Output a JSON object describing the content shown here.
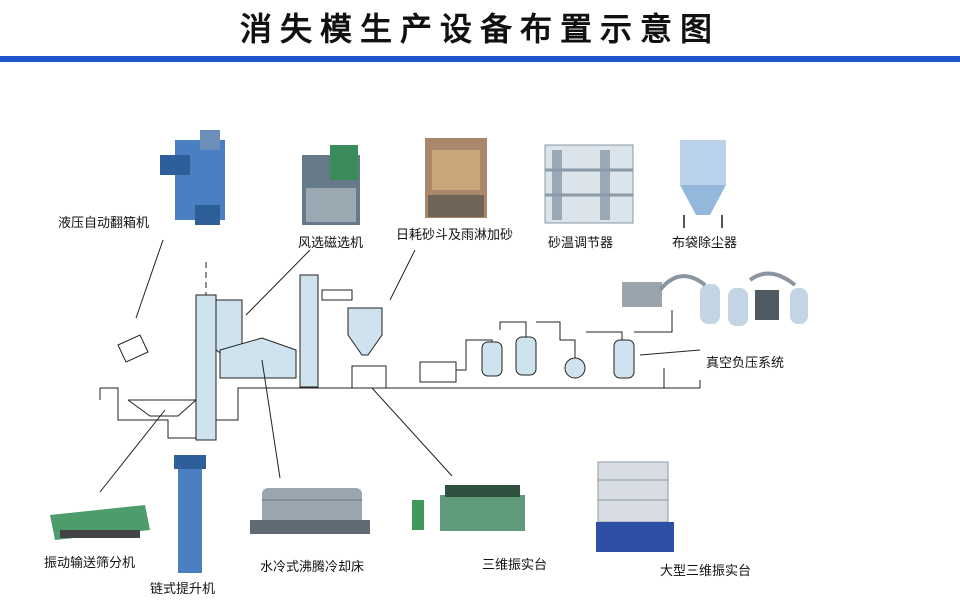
{
  "title": "消失模生产设备布置示意图",
  "labels": {
    "flip_box": "液压自动翻箱机",
    "magnetic": "风选磁选机",
    "sand_hopper": "日耗砂斗及雨淋加砂",
    "temp_adjust": "砂温调节器",
    "dust": "布袋除尘器",
    "vacuum": "真空负压系统",
    "vib_screen": "振动输送筛分机",
    "elevator": "链式提升机",
    "cooling_bed": "水冷式沸腾冷却床",
    "vib_table_3d": "三维振实台",
    "big_vib_table": "大型三维振实台"
  },
  "colors": {
    "accent": "#1f55c8",
    "equipment_blue": "#4a7fc1",
    "equipment_light": "#cfe3ef",
    "line": "#222222"
  }
}
